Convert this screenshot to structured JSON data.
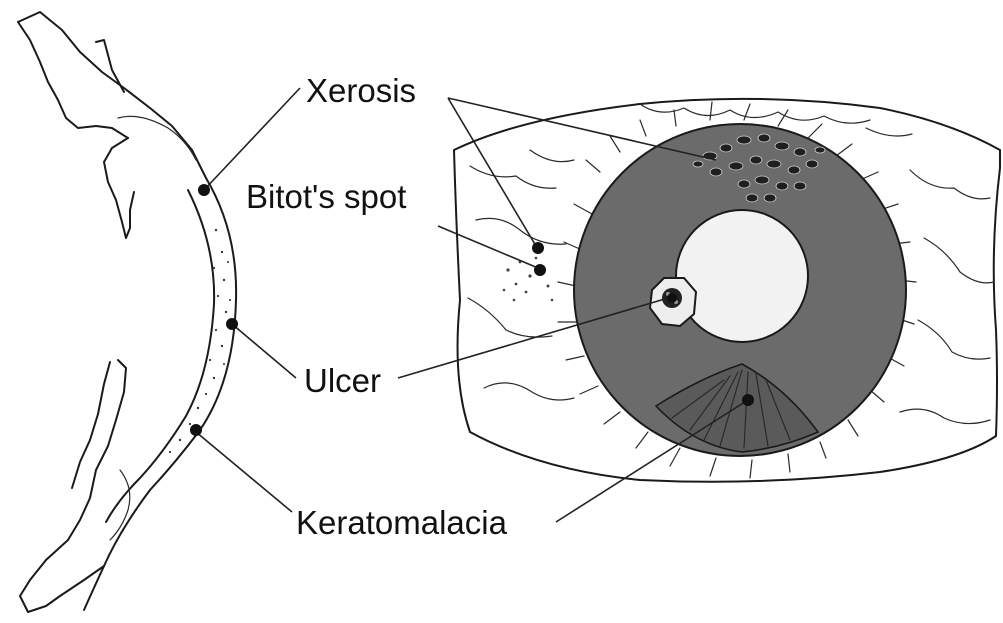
{
  "labels": {
    "xerosis": "Xerosis",
    "bitots_spot": "Bitot's spot",
    "ulcer": "Ulcer",
    "keratomalacia": "Keratomalacia"
  },
  "colors": {
    "line": "#1a1a1a",
    "iris": "#6b6b6b",
    "pupil": "#f2f2f2",
    "background": "#ffffff"
  }
}
